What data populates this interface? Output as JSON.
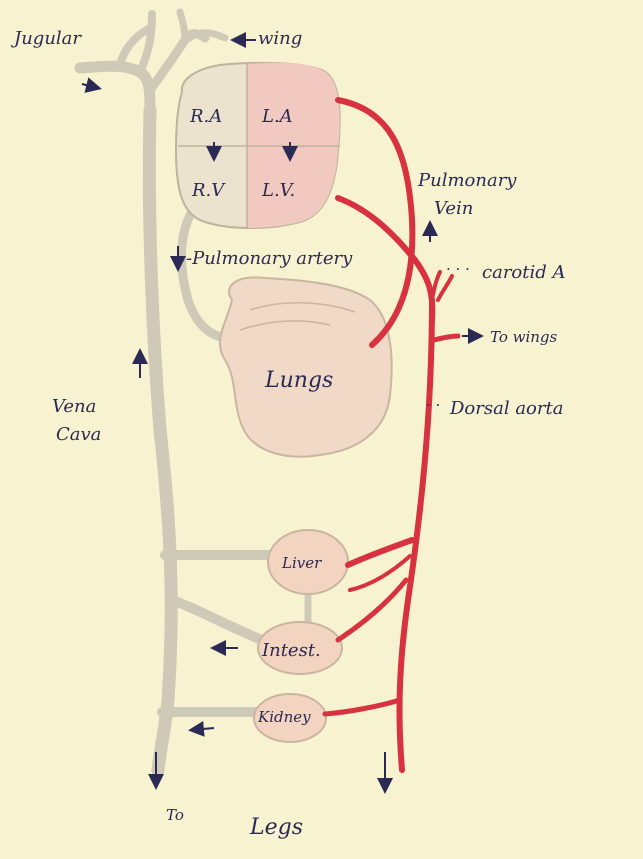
{
  "labels": {
    "jugular": "Jugular",
    "wing": "wing",
    "ra": "R.A",
    "la": "L.A",
    "rv": "R.V",
    "lv": "L.V.",
    "pulmonary_vein_1": "Pulmonary",
    "pulmonary_vein_2": "Vein",
    "pulmonary_artery": "-Pulmonary artery",
    "carotid": "carotid A",
    "to_wings": "To wings",
    "lungs": "Lungs",
    "vena_cava_1": "Vena",
    "vena_cava_2": "Cava",
    "dorsal_aorta": "Dorsal aorta",
    "liver": "Liver",
    "intest": "Intest.",
    "kidney": "Kidney",
    "to": "To",
    "legs": "Legs"
  },
  "colors": {
    "background": "#f7f2cf",
    "vein": "#d6d2c2",
    "vein_outline": "#b9b3a0",
    "artery": "#d8313f",
    "organ_fill": "#f2d4c0",
    "organ_outline": "#c9b5a0",
    "ink": "#2b2a55"
  }
}
